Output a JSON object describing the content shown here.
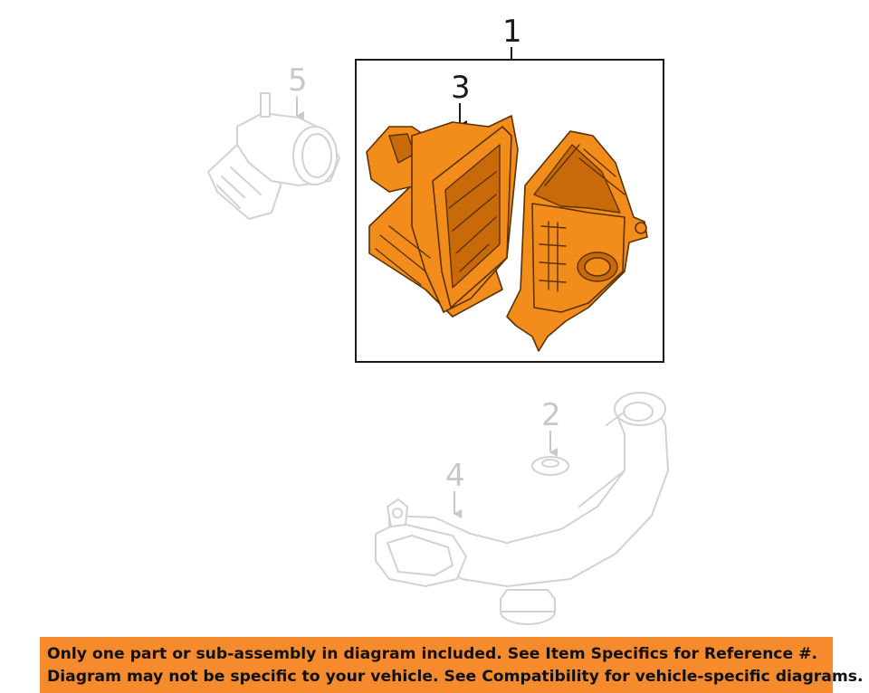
{
  "callouts": {
    "c1": "1",
    "c2": "2",
    "c3": "3",
    "c4": "4",
    "c5": "5"
  },
  "disclaimer": {
    "line1": "Only one part or sub-assembly in diagram included. See Item Specifics for Reference #.",
    "line2": "Diagram may not be specific to your vehicle. See Compatibility for vehicle-specific diagrams."
  },
  "colors": {
    "highlight_part": "#f28c1a",
    "ghost_part": "#d2d2d2",
    "banner": "#f58b2c"
  }
}
